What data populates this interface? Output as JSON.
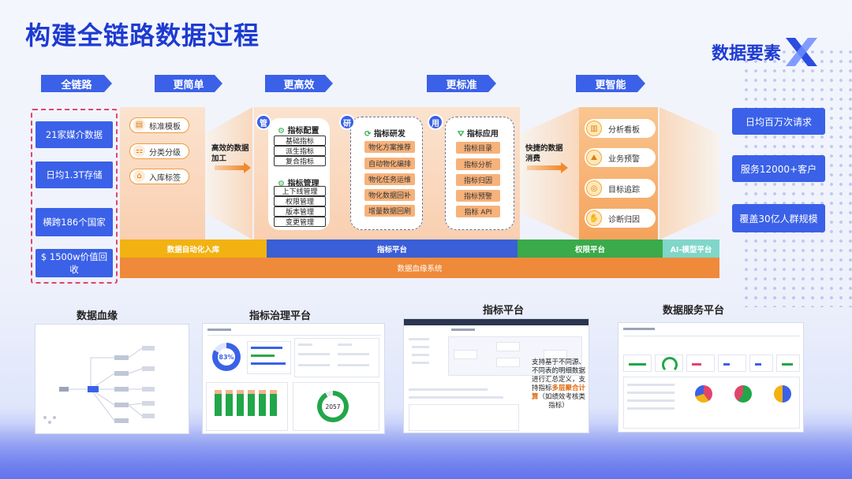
{
  "title": "构建全链路数据过程",
  "brand": "数据要素",
  "tags": [
    "全链路",
    "更简单",
    "更高效",
    "更标准",
    "更智能"
  ],
  "left_cards": [
    "21家媒介数据",
    "日均1.3T存储",
    "横跨186个国家",
    "$ 1500w价值回收"
  ],
  "right_cards": [
    "日均百万次请求",
    "服务12000+客户",
    "覆盖30亿人群规模"
  ],
  "simple": {
    "items": [
      "标准模板",
      "分类分级",
      "入库标签"
    ],
    "arrow_label": "高效的数据加工"
  },
  "efficient": {
    "manage_badge": "管",
    "config_title": "指标配置",
    "config_items": [
      "基础指标",
      "派生指标",
      "复合指标"
    ],
    "govern_title": "指标管理",
    "govern_items": [
      "上下线管理",
      "权限管理",
      "版本管理",
      "变更管理"
    ],
    "research_badge": "研",
    "research_title": "指标研发",
    "research_items": [
      "物化方案推荐",
      "自动物化编排",
      "物化任务运维",
      "物化数据回补",
      "增量数据回刷"
    ]
  },
  "standard": {
    "use_badge": "用",
    "title": "指标应用",
    "items": [
      "指标目录",
      "指标分析",
      "指标归因",
      "指标预警",
      "指标 API"
    ],
    "arrow_label": "快捷的数据消费"
  },
  "smart": {
    "items": [
      "分析看板",
      "业务预警",
      "目标追踪",
      "诊断归因"
    ]
  },
  "bars": [
    "数据自动化入库",
    "指标平台",
    "权限平台",
    "AI-模型平台"
  ],
  "bar_bottom": "数据血缘系统",
  "shots": {
    "lineage": {
      "title": "数据血缘"
    },
    "governance": {
      "title": "指标治理平台",
      "donut_value": "83%",
      "ring_value": "2057"
    },
    "metric": {
      "title": "指标平台",
      "annotation_1": "支持基于不同源、不同表的明细数据进行汇总定义，支持指标",
      "annotation_highlight": "多层聚合计算",
      "annotation_2": "（如绩效考核类指标）"
    },
    "service": {
      "title": "数据服务平台"
    }
  },
  "colors": {
    "accent": "#3a61e8",
    "title": "#1d3bd1",
    "bar_yellow": "#f2b211",
    "bar_blue": "#3a5fd6",
    "bar_green": "#3aaa4a",
    "bar_teal": "#7fd6c9",
    "bar_orange": "#ef8a3a"
  }
}
